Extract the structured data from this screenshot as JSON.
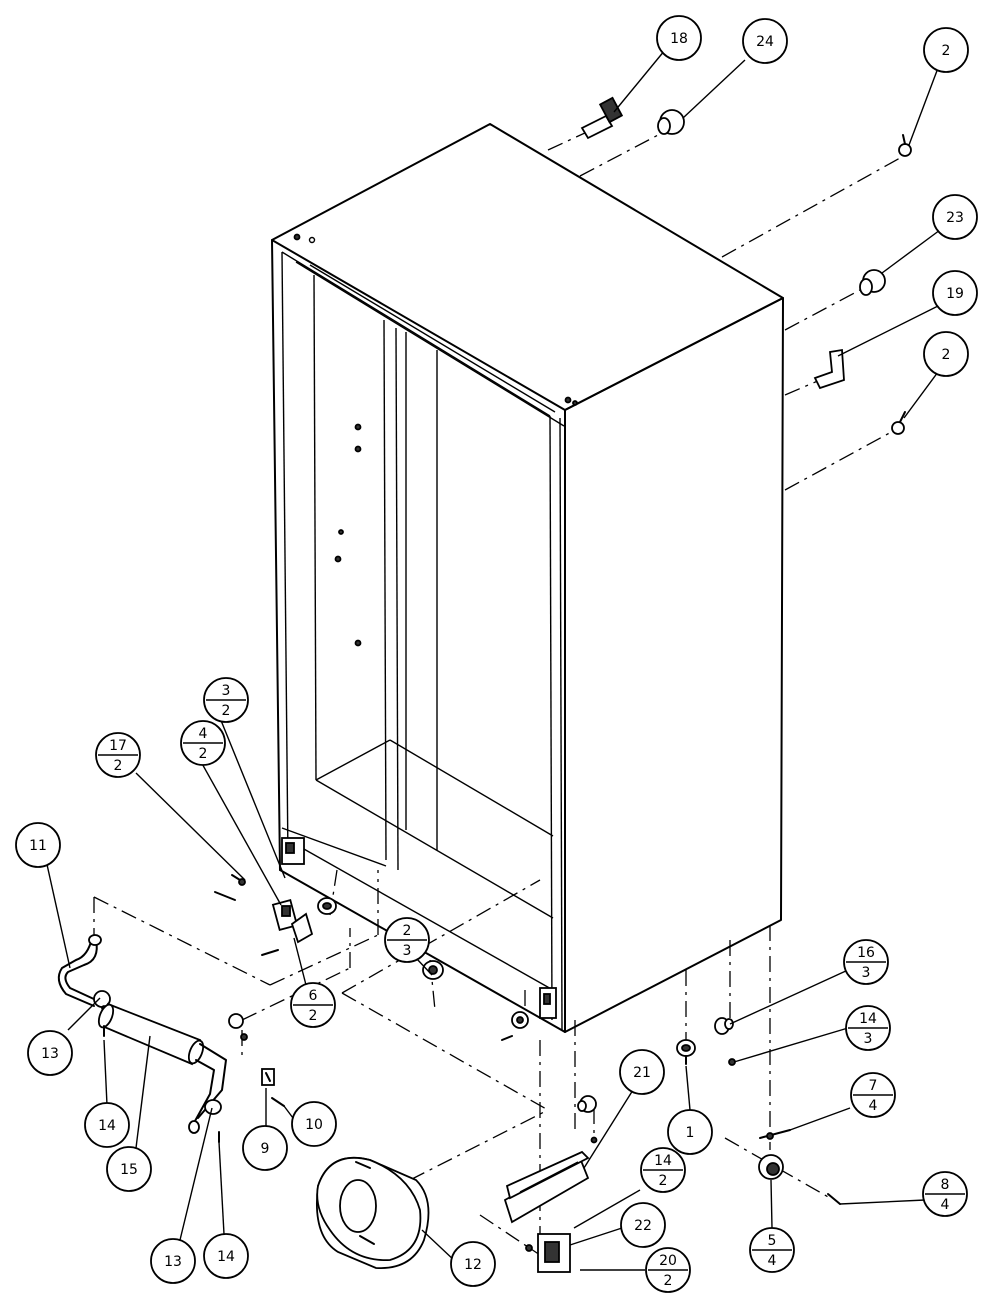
{
  "callouts": {
    "c18": "18",
    "c24": "24",
    "c2a": "2",
    "c23": "23",
    "c19": "19",
    "c2b": "2",
    "c3_2": {
      "top": "3",
      "bottom": "2"
    },
    "c4_2": {
      "top": "4",
      "bottom": "2"
    },
    "c17_2": {
      "top": "17",
      "bottom": "2"
    },
    "c11": "11",
    "c13a": "13",
    "c14a": "14",
    "c15": "15",
    "c13b": "13",
    "c14b": "14",
    "c6_2": {
      "top": "6",
      "bottom": "2"
    },
    "c9": "9",
    "c10": "10",
    "c2_3": {
      "top": "2",
      "bottom": "3"
    },
    "c12": "12",
    "c21": "21",
    "c14_2": {
      "top": "14",
      "bottom": "2"
    },
    "c22": "22",
    "c20_2": {
      "top": "20",
      "bottom": "2"
    },
    "c1": "1",
    "c16_3": {
      "top": "16",
      "bottom": "3"
    },
    "c14_3": {
      "top": "14",
      "bottom": "3"
    },
    "c7_4": {
      "top": "7",
      "bottom": "4"
    },
    "c8_4": {
      "top": "8",
      "bottom": "4"
    },
    "c5_4": {
      "top": "5",
      "bottom": "4"
    }
  }
}
